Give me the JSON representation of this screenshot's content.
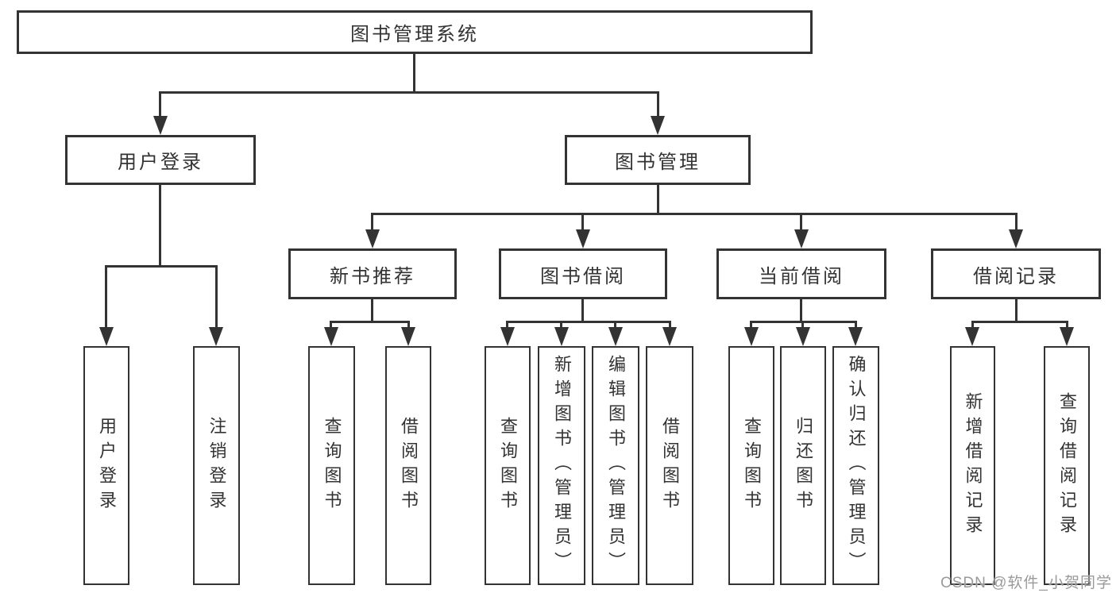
{
  "diagram": {
    "title": "图书管理系统",
    "root": {
      "label": "图书管理系统"
    },
    "level2": {
      "user_login": {
        "label": "用户登录"
      },
      "book_management": {
        "label": "图书管理"
      }
    },
    "level3": {
      "new_book_recommend": {
        "label": "新书推荐"
      },
      "book_borrow": {
        "label": "图书借阅"
      },
      "current_borrow": {
        "label": "当前借阅"
      },
      "borrow_records": {
        "label": "借阅记录"
      }
    },
    "leaves": {
      "user_login": [
        {
          "label": "用户登录"
        },
        {
          "label": "注销登录"
        }
      ],
      "new_book_recommend": [
        {
          "label": "查询图书"
        },
        {
          "label": "借阅图书"
        }
      ],
      "book_borrow": [
        {
          "label": "查询图书"
        },
        {
          "label": "新增图书（管理员）"
        },
        {
          "label": "编辑图书（管理员）"
        },
        {
          "label": "借阅图书"
        }
      ],
      "current_borrow": [
        {
          "label": "查询图书"
        },
        {
          "label": "归还图书"
        },
        {
          "label": "确认归还（管理员）"
        }
      ],
      "borrow_records": [
        {
          "label": "新增借阅记录"
        },
        {
          "label": "查询借阅记录"
        }
      ]
    }
  },
  "watermark": {
    "text": "CSDN @软件_小贺同学"
  },
  "colors": {
    "line": "#333333",
    "box_border": "#333333",
    "text": "#333333",
    "watermark": "#9a9a9a",
    "background": "#ffffff"
  }
}
